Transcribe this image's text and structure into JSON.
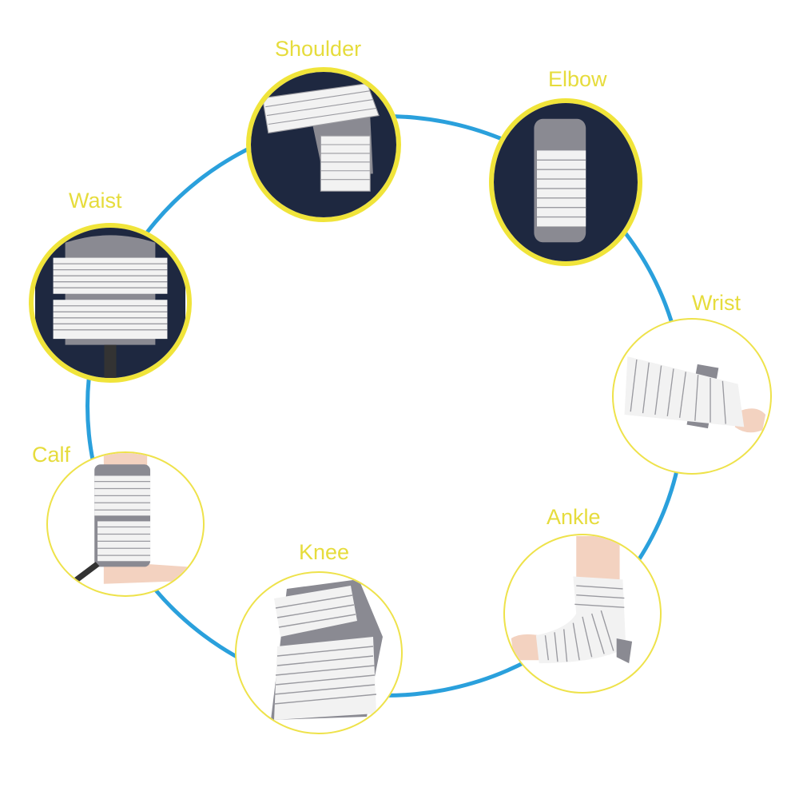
{
  "labels": {
    "shoulder": "Shoulder",
    "elbow": "Elbow",
    "waist": "Waist",
    "wrist": "Wrist",
    "calf": "Calf",
    "ankle": "Ankle",
    "knee": "Knee"
  },
  "colors": {
    "ring": "#2aa0dc",
    "bubble_border": "#f0e43a",
    "label_text": "#e6dc3c",
    "wrap_white": "#f2f2f2",
    "wrap_stripe": "#9a9aa0",
    "pad_gray": "#8a8a92",
    "clothing_navy": "#1e2840",
    "skin": "#f3d2c0"
  }
}
